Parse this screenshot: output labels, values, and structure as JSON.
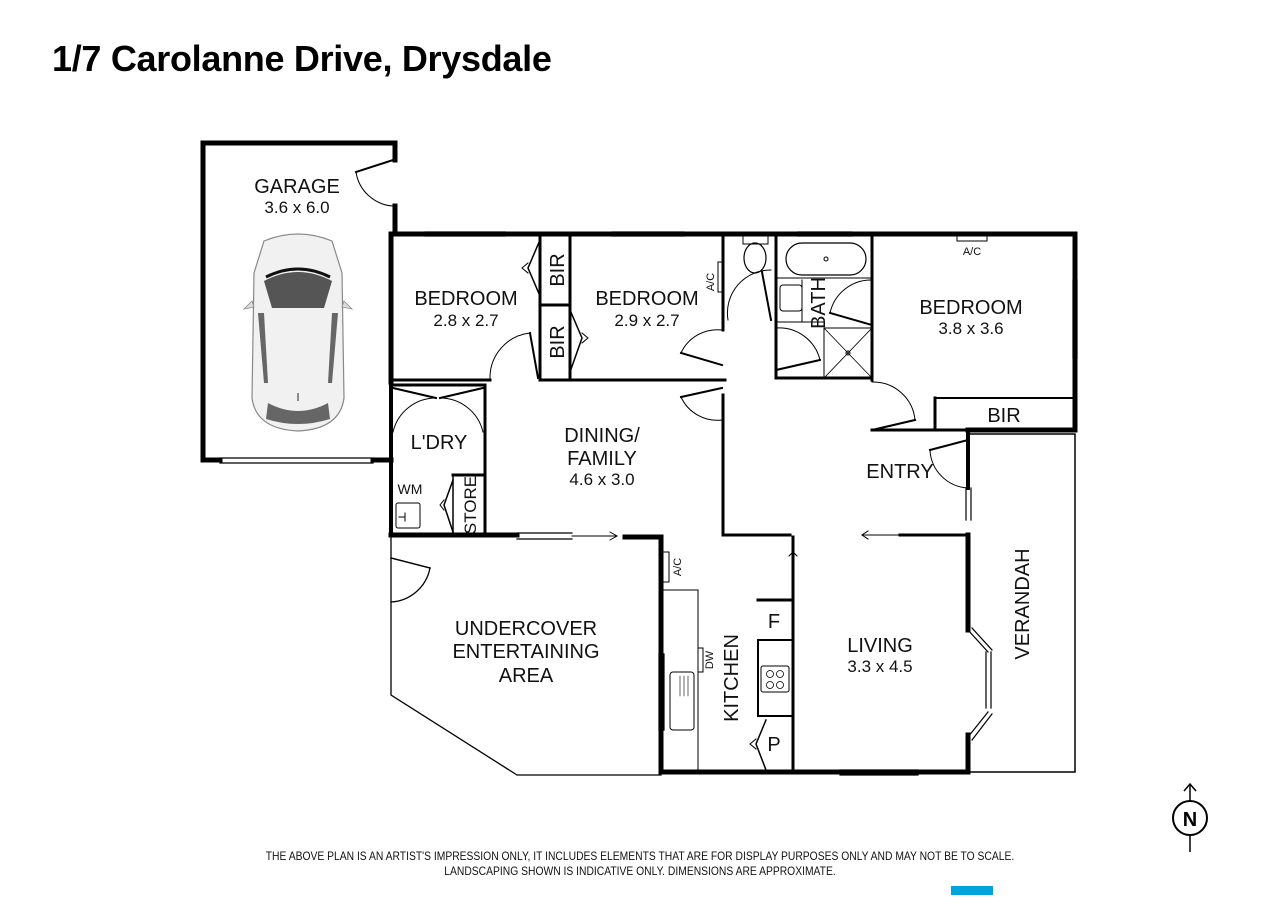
{
  "header": {
    "title": "1/7 Carolanne Drive, Drysdale"
  },
  "rooms": {
    "garage": {
      "name": "GARAGE",
      "dims": "3.6 x 6.0"
    },
    "bedroom2": {
      "name": "BEDROOM",
      "dims": "2.8 x 2.7"
    },
    "bedroom3": {
      "name": "BEDROOM",
      "dims": "2.9 x 2.7"
    },
    "master": {
      "name": "BEDROOM",
      "dims": "3.8 x 3.6"
    },
    "bir1": {
      "name": "BIR"
    },
    "bir2": {
      "name": "BIR"
    },
    "bir3": {
      "name": "BIR"
    },
    "bath": {
      "name": "BATH"
    },
    "laundry": {
      "name": "L'DRY"
    },
    "wm": {
      "name": "WM"
    },
    "store": {
      "name": "STORE"
    },
    "dining": {
      "line1": "DINING/",
      "line2": "FAMILY",
      "dims": "4.6 x 3.0"
    },
    "entry": {
      "name": "ENTRY"
    },
    "undercover": {
      "line1": "UNDERCOVER",
      "line2": "ENTERTAINING",
      "line3": "AREA"
    },
    "kitchen": {
      "name": "KITCHEN"
    },
    "fridge": {
      "name": "F"
    },
    "pantry": {
      "name": "P"
    },
    "dishwasher": {
      "name": "DW"
    },
    "living": {
      "name": "LIVING",
      "dims": "3.3 x 4.5"
    },
    "verandah": {
      "name": "VERANDAH"
    }
  },
  "fixtures": {
    "ac1": "A/C",
    "ac2": "A/C",
    "ac3": "A/C"
  },
  "compass": {
    "label": "N"
  },
  "footer": {
    "line1": "THE ABOVE PLAN IS AN ARTIST'S IMPRESSION ONLY, IT INCLUDES ELEMENTS THAT ARE FOR DISPLAY PURPOSES ONLY AND MAY NOT BE TO SCALE.",
    "line2": "LANDSCAPING SHOWN IS INDICATIVE ONLY. DIMENSIONS ARE APPROXIMATE."
  },
  "colors": {
    "wall": "#000000",
    "accent": "#00a3e0",
    "car_dark": "#5a5a5a"
  }
}
